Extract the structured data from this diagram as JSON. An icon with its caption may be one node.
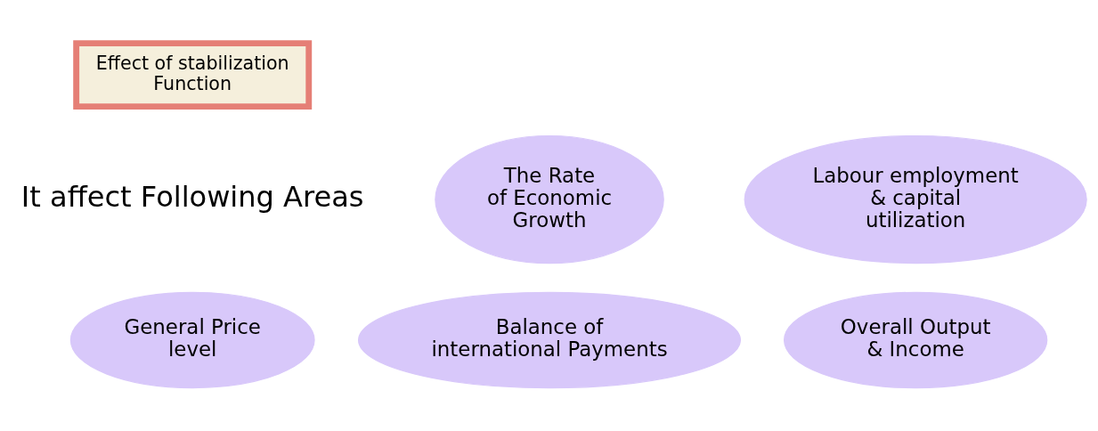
{
  "diagram": {
    "nodes": [
      {
        "text": [
          "Effect of stabilization Function"
        ]
      },
      {
        "text": [
          "Labour employment & capital utilization"
        ]
      },
      {
        "text": [
          "The Rate of Economic Growth"
        ]
      },
      {
        "text": [
          "Overall Output & Income"
        ]
      },
      {
        "text": [
          "General Price level"
        ]
      },
      {
        "text": [
          "Balance of international Payments"
        ]
      }
    ],
    "labels": [
      "It affect Following Areas"
    ]
  }
}
